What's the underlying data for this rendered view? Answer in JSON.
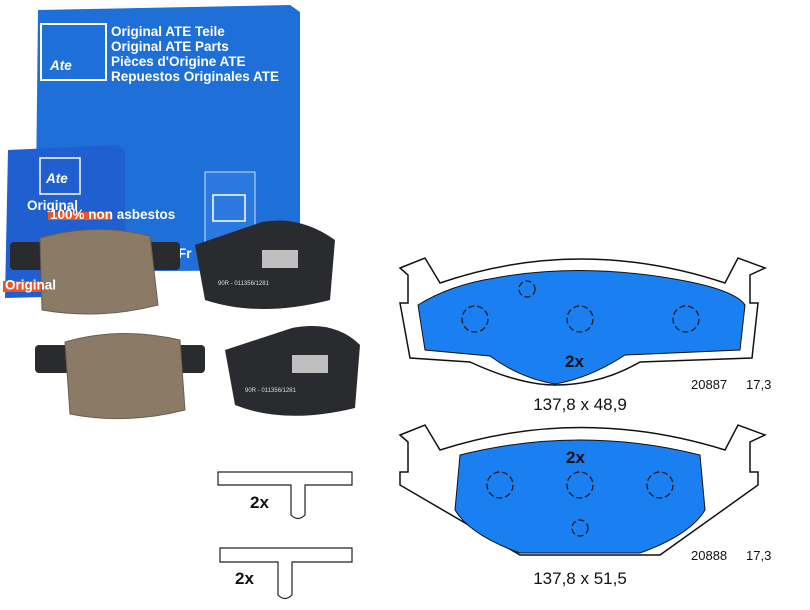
{
  "box": {
    "brand_logo": "Ate",
    "lines": [
      "Original ATE Teile",
      "Original ATE Parts",
      "Pièces d'Origine ATE",
      "Repuestos Originales ATE"
    ],
    "small_box_title": "Original",
    "small_box_badge": "100% non asbestos",
    "small_box_footer": "Original",
    "side_text": "Fr",
    "pad_marking": "90R - 011356/1281"
  },
  "clips": [
    {
      "qty": "2x"
    },
    {
      "qty": "2x"
    }
  ],
  "diagrams": [
    {
      "qty": "2x",
      "dimensions": "137,8 x 48,9",
      "part_number": "20887",
      "thickness": "17,3"
    },
    {
      "qty": "2x",
      "dimensions": "137,8 x 51,5",
      "part_number": "20888",
      "thickness": "17,3"
    }
  ],
  "colors": {
    "ate_blue": "#1f6fd8",
    "pad_blue": "#1a7ff0",
    "friction": "#8a7a66",
    "backing": "#2a2b2e"
  }
}
